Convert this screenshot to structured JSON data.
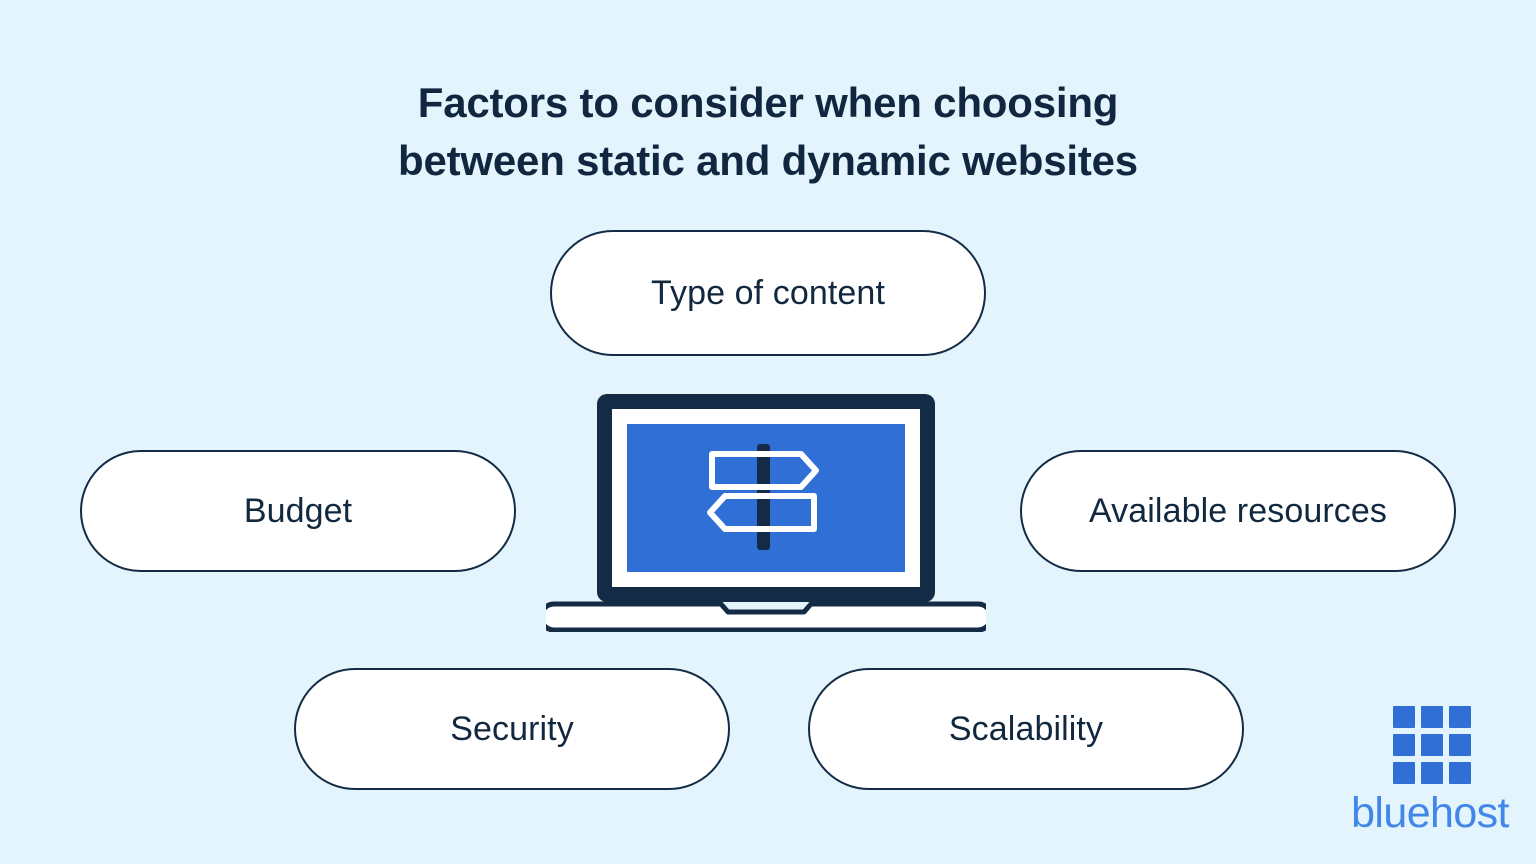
{
  "background_color": "#e4f4fd",
  "title": {
    "line1": "Factors to consider when choosing",
    "line2": "between static and dynamic websites",
    "color": "#10273f"
  },
  "factors": [
    {
      "id": "type-of-content",
      "label": "Type of content",
      "position": "top"
    },
    {
      "id": "budget",
      "label": "Budget",
      "position": "left"
    },
    {
      "id": "available-resources",
      "label": "Available resources",
      "position": "right"
    },
    {
      "id": "security",
      "label": "Security",
      "position": "bottom-left"
    },
    {
      "id": "scalability",
      "label": "Scalability",
      "position": "bottom-right"
    }
  ],
  "illustration": {
    "name": "laptop-with-signpost",
    "screen_color": "#3070d6",
    "frame_color": "#132b44",
    "inner_color": "#ffffff",
    "icon": "signpost-icon",
    "icon_color": "#ffffff"
  },
  "logo": {
    "wordmark": "bluehost",
    "wordmark_color": "#4186e8",
    "tile_color": "#3070d6",
    "tiles": 9
  },
  "pill_style": {
    "fill": "#ffffff",
    "border_color": "#132b44",
    "text_color": "#12283f"
  }
}
